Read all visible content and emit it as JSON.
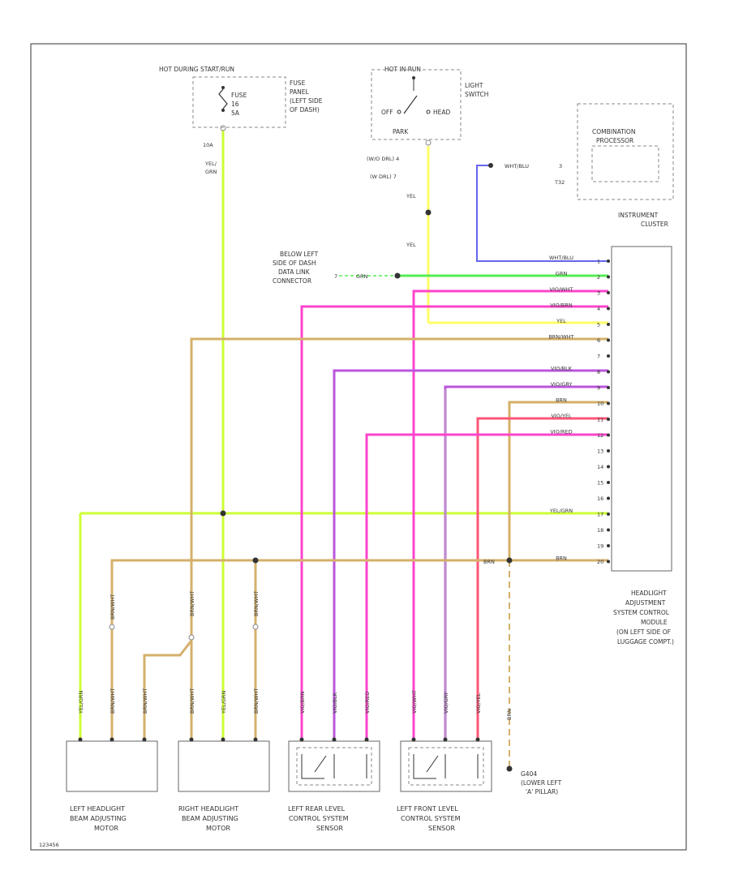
{
  "colors": {
    "yellow": "#ffff66",
    "yellow_green": "#ccff33",
    "green": "#55ee55",
    "blue": "#6666ee",
    "pink": "#ff44cc",
    "violet": "#bb55dd",
    "tan": "#d4b06a",
    "red": "#ff5577",
    "gray": "#999999"
  },
  "fuse": {
    "hot_label": "HOT DURING START/RUN",
    "name": "FUSE",
    "number": "16",
    "rating": "5A",
    "panel_label": [
      "FUSE",
      "PANEL",
      "(LEFT SIDE",
      "OF DASH)"
    ],
    "terminal": "10A",
    "wire_label": [
      "YEL/",
      "GRN"
    ]
  },
  "light_switch": {
    "hot_label": "HOT IN RUN",
    "off_label": "OFF",
    "head_label": "HEAD",
    "park_label": "PARK",
    "name": [
      "LIGHT",
      "SWITCH"
    ],
    "terminal_wo_drl": "(W/O DRL) 4",
    "terminal_w_drl": "(W DRL) 7",
    "wire_label": "YEL"
  },
  "instrument_cluster": {
    "combination_label": [
      "COMBINATION",
      "PROCESSOR"
    ],
    "name": [
      "INSTRUMENT",
      "CLUSTER"
    ],
    "wire_label": "WHT/BLU",
    "pin_label": "3",
    "connector_label": "T32"
  },
  "dlc": {
    "label": [
      "BELOW LEFT",
      "SIDE OF DASH",
      "DATA LINK",
      "CONNECTOR"
    ],
    "pin_label": "7",
    "wire_label": "GRN"
  },
  "module": {
    "name": [
      "HEADLIGHT",
      "ADJUSTMENT",
      "SYSTEM CONTROL",
      "MODULE",
      "(ON LEFT SIDE OF",
      "LUGGAGE COMPT.)"
    ],
    "pins": [
      {
        "num": "1",
        "wire": "WHT/BLU"
      },
      {
        "num": "2",
        "wire": "GRN"
      },
      {
        "num": "3",
        "wire": "VIO/WHT"
      },
      {
        "num": "4",
        "wire": "VIO/BRN"
      },
      {
        "num": "5",
        "wire": "YEL"
      },
      {
        "num": "6",
        "wire": "BRN/WHT"
      },
      {
        "num": "7",
        "wire": ""
      },
      {
        "num": "8",
        "wire": "VIO/BLK"
      },
      {
        "num": "9",
        "wire": "VIO/GRY"
      },
      {
        "num": "10",
        "wire": "BRN"
      },
      {
        "num": "11",
        "wire": "VIO/YEL"
      },
      {
        "num": "12",
        "wire": "VIO/RED"
      },
      {
        "num": "13",
        "wire": ""
      },
      {
        "num": "14",
        "wire": ""
      },
      {
        "num": "15",
        "wire": ""
      },
      {
        "num": "16",
        "wire": ""
      },
      {
        "num": "17",
        "wire": "YEL/GRN"
      },
      {
        "num": "18",
        "wire": ""
      },
      {
        "num": "19",
        "wire": ""
      },
      {
        "num": "20",
        "wire": "BRN"
      }
    ]
  },
  "ground": {
    "wire_label": "BRN",
    "label": [
      "G404",
      "(LOWER LEFT",
      "'A' PILLAR)"
    ]
  },
  "bottom_wires": {
    "left_motor": [
      "YEL/GRN",
      "BRN/WHT",
      "BRN/WHT"
    ],
    "right_motor": [
      "BRN/WHT",
      "YEL/GRN",
      "BRN/WHT"
    ],
    "rear_sensor": [
      "VIO/BRN",
      "VIO/BLK",
      "VIO/RED"
    ],
    "front_sensor": [
      "VIO/WHT",
      "VIO/GRY",
      "VIO/YEL"
    ]
  },
  "components": {
    "left_motor": [
      "LEFT HEADLIGHT",
      "BEAM ADJUSTING",
      "MOTOR"
    ],
    "right_motor": [
      "RIGHT HEADLIGHT",
      "BEAM ADJUSTING",
      "MOTOR"
    ],
    "rear_sensor": [
      "LEFT REAR LEVEL",
      "CONTROL SYSTEM",
      "SENSOR"
    ],
    "front_sensor": [
      "LEFT FRONT LEVEL",
      "CONTROL SYSTEM",
      "SENSOR"
    ]
  },
  "footer_code": "123456"
}
